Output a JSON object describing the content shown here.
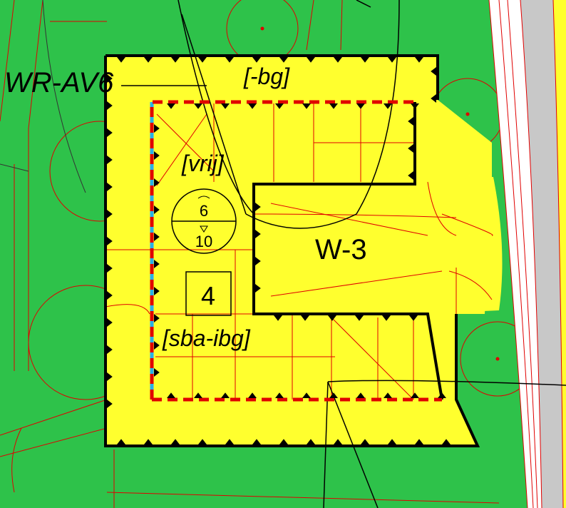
{
  "map": {
    "colors": {
      "green": "#2ec24a",
      "yellow": "#ffff2e",
      "road": "#c8c8c8",
      "red_line": "#e00000",
      "dash_red": "#e00000",
      "dash_blue": "#2ab0e8",
      "black": "#000000"
    },
    "labels": {
      "zone_left": "WR-AV6",
      "zone_main": "W-3",
      "bg": "[-bg]",
      "vrij": "[vrij]",
      "sba": "[sba-ibg]",
      "floors": "4",
      "height_top": "6",
      "height_bottom": "10"
    }
  }
}
